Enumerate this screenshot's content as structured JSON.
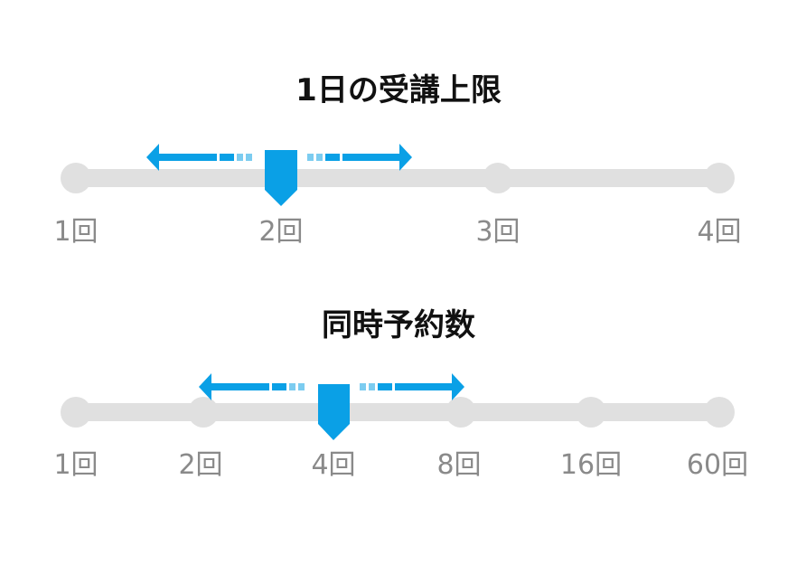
{
  "colors": {
    "track": "#e0e0e0",
    "accent": "#0aa0e6",
    "accent_light": "#7cccf0",
    "label": "#8a8a8a",
    "title": "#111111"
  },
  "sliders": [
    {
      "title": "1日の受講上限",
      "ticks": [
        "1回",
        "2回",
        "3回",
        "4回"
      ],
      "selected_index": 1,
      "icons": [
        "left-arrow-icon",
        "thumb-pointer-icon",
        "right-arrow-icon"
      ]
    },
    {
      "title": "同時予約数",
      "ticks": [
        "1回",
        "2回",
        "4回",
        "8回",
        "16回",
        "60回"
      ],
      "selected_index": 2,
      "icons": [
        "left-arrow-icon",
        "thumb-pointer-icon",
        "right-arrow-icon"
      ]
    }
  ]
}
